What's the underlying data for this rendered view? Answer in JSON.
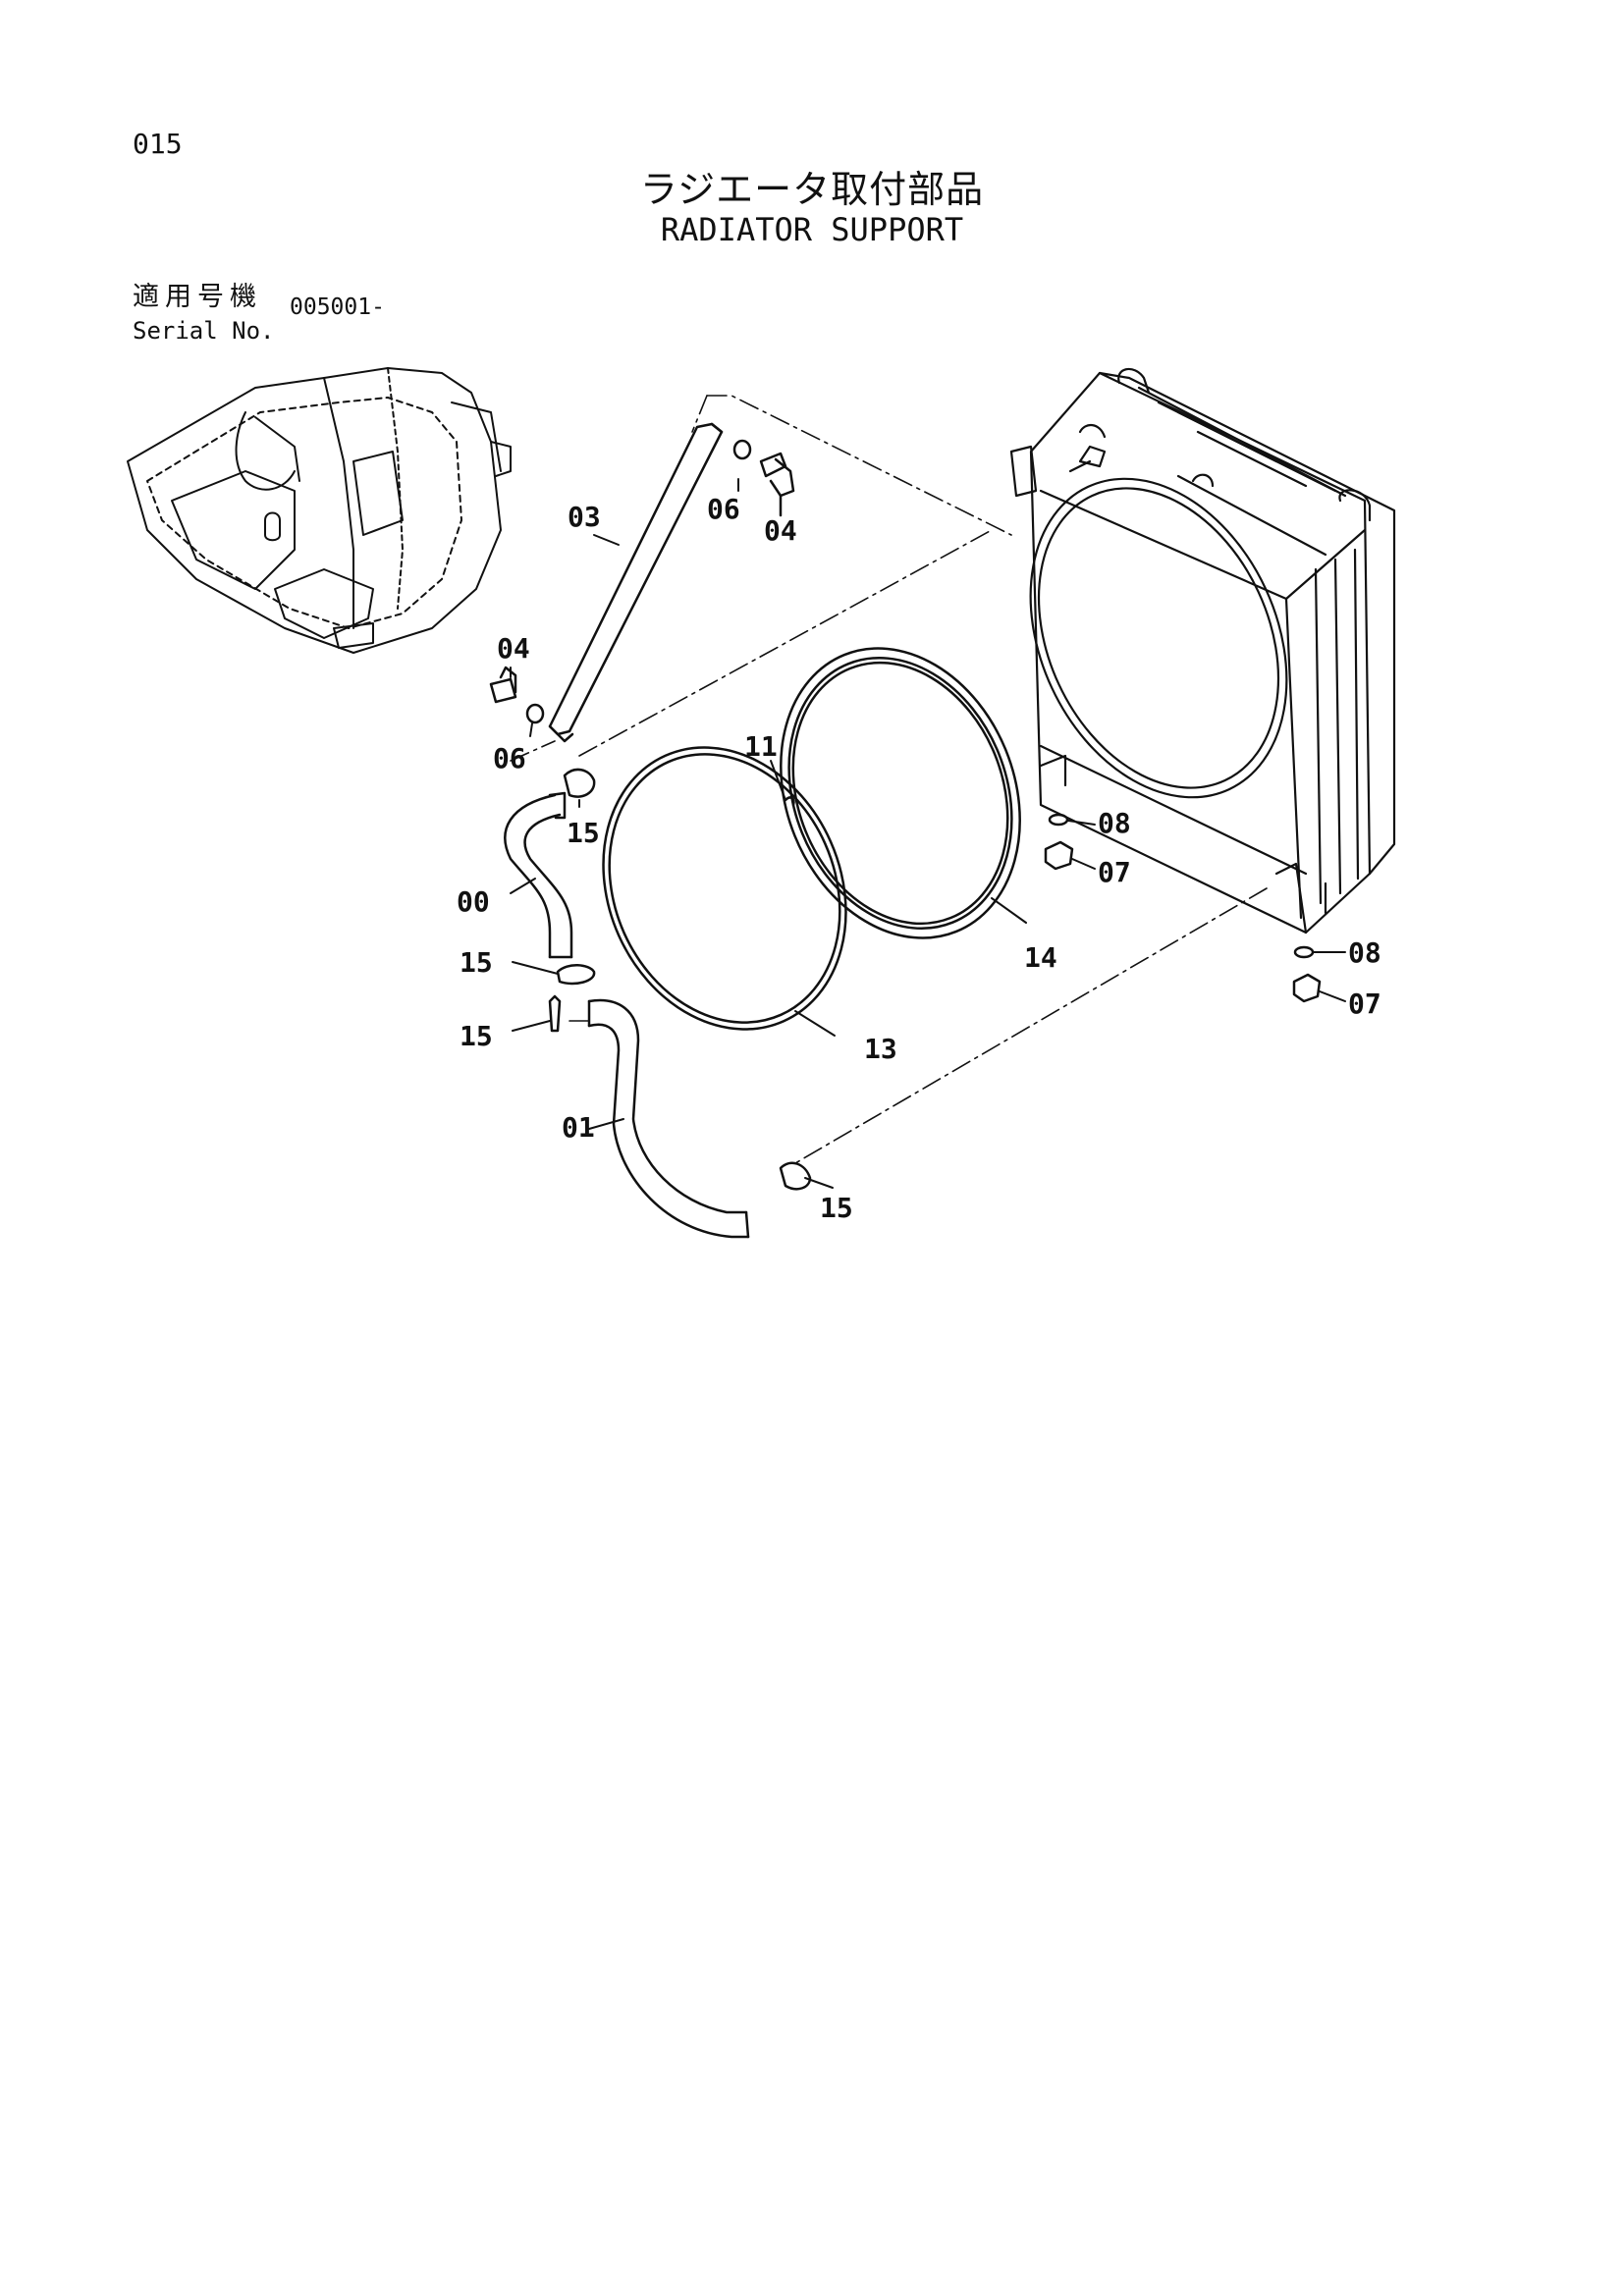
{
  "header": {
    "page_number": "015",
    "title_jp": "ラジエータ取付部品",
    "title_en": "RADIATOR SUPPORT",
    "serial_label_jp": "適用号機",
    "serial_label_en": "Serial No.",
    "serial_value": "005001-"
  },
  "callouts": {
    "c03": "03",
    "c06a": "06",
    "c04a": "04",
    "c04b": "04",
    "c06b": "06",
    "c15a": "15",
    "c11": "11",
    "c00": "00",
    "c15b": "15",
    "c15c": "15",
    "c13": "13",
    "c14": "14",
    "c08a": "08",
    "c07a": "07",
    "c08b": "08",
    "c07b": "07",
    "c01": "01",
    "c15d": "15"
  },
  "colors": {
    "ink": "#111111",
    "paper": "#ffffff"
  }
}
